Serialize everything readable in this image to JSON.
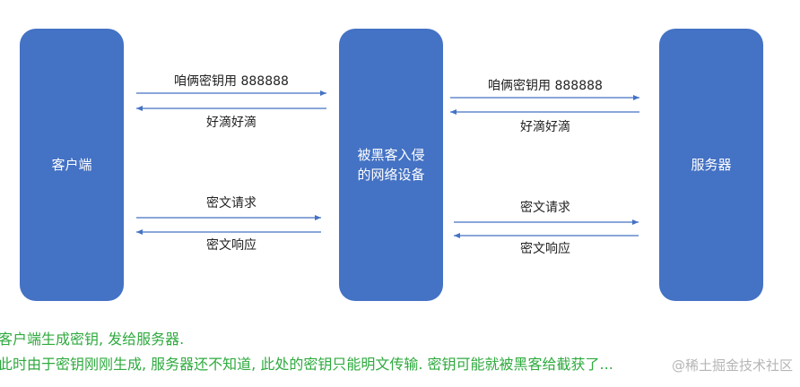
{
  "nodes": {
    "client": "客户端",
    "mitm_line1": "被黑客入侵",
    "mitm_line2": "的网络设备",
    "server": "服务器"
  },
  "edges": {
    "left": {
      "key_request": "咱俩密钥用 888888",
      "key_reply": "好滴好滴",
      "cipher_request": "密文请求",
      "cipher_response": "密文响应"
    },
    "right": {
      "key_request": "咱俩密钥用 888888",
      "key_reply": "好滴好滴",
      "cipher_request": "密文请求",
      "cipher_response": "密文响应"
    }
  },
  "captions": {
    "line1": "客户端生成密钥, 发给服务器.",
    "line2": "此时由于密钥刚刚生成, 服务器还不知道, 此处的密钥只能明文传输. 密钥可能就被黑客给截获了..."
  },
  "watermark": "@稀土掘金技术社区",
  "colors": {
    "box": "#4472c4",
    "arrow": "#4472c4",
    "caption": "#2eaa3e"
  }
}
